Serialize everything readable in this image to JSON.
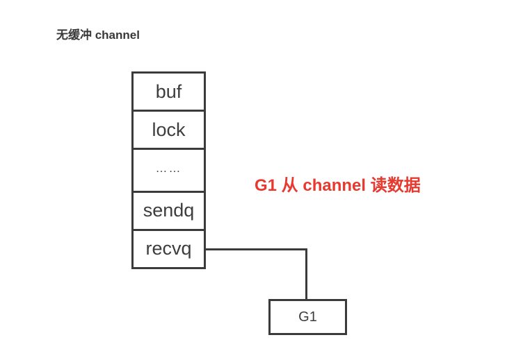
{
  "title": "无缓冲 channel",
  "diagram": {
    "channel_struct": {
      "fields": [
        "buf",
        "lock",
        "……",
        "sendq",
        "recvq"
      ]
    },
    "annotation": "G1 从 channel 读数据",
    "goroutine": {
      "label": "G1"
    },
    "colors": {
      "line": "#3b3b3b",
      "text": "#3d3d3d",
      "annotation_red": "#e8392f",
      "background": "#ffffff"
    }
  }
}
